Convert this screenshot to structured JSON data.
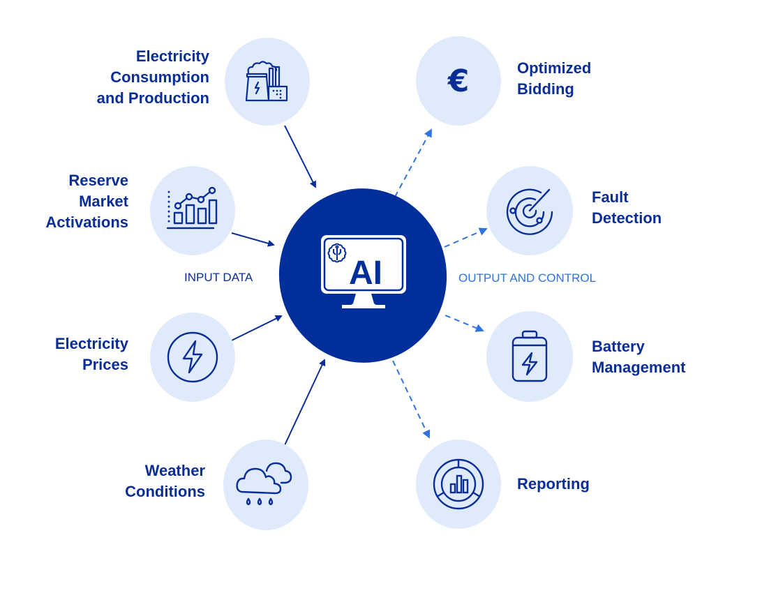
{
  "center": {
    "label": "AI",
    "icon": "ai-monitor-brain-icon",
    "color": "#002e9b"
  },
  "sections": {
    "input": {
      "label": "INPUT DATA",
      "color": "#0a2e96"
    },
    "output": {
      "label": "OUTPUT AND CONTROL",
      "color": "#2f73e0"
    }
  },
  "inputs": [
    {
      "lines": [
        "Electricity",
        "Consumption",
        "and Production"
      ],
      "icon": "power-plant-icon"
    },
    {
      "lines": [
        "Reserve",
        "Market",
        "Activations"
      ],
      "icon": "bar-chart-trend-icon"
    },
    {
      "lines": [
        "Electricity",
        "Prices"
      ],
      "icon": "lightning-circle-icon"
    },
    {
      "lines": [
        "Weather",
        "Conditions"
      ],
      "icon": "rain-cloud-icon"
    }
  ],
  "outputs": [
    {
      "lines": [
        "Optimized",
        "Bidding"
      ],
      "icon": "euro-icon"
    },
    {
      "lines": [
        "Fault",
        "Detection"
      ],
      "icon": "radar-icon"
    },
    {
      "lines": [
        "Battery",
        "Management"
      ],
      "icon": "battery-charge-icon"
    },
    {
      "lines": [
        "Reporting"
      ],
      "icon": "donut-report-icon"
    }
  ],
  "colors": {
    "node_bg": "#dfeafb",
    "input_arrow": "#0a2e96",
    "output_arrow": "#2f73e0",
    "text": "#0a2e96"
  }
}
